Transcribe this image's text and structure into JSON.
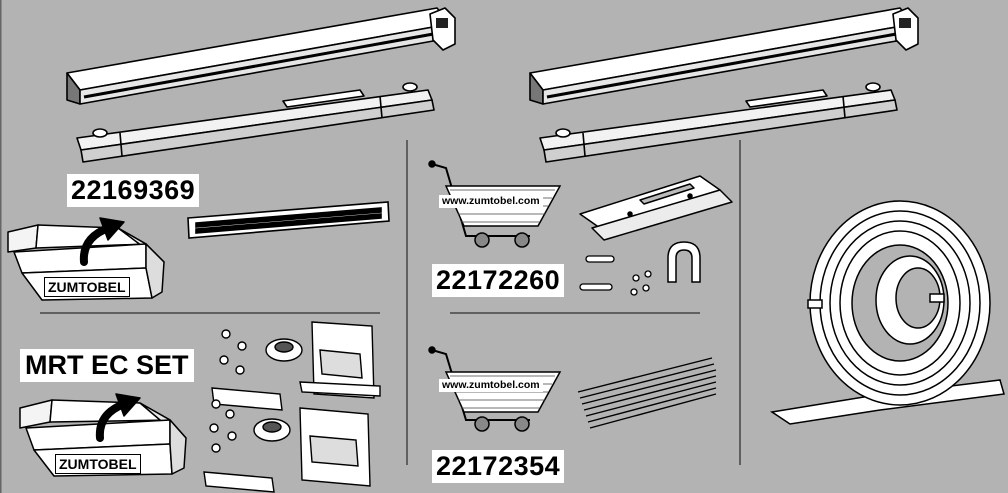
{
  "labels": {
    "article_1": "22169369",
    "article_2": "22172260",
    "article_3": "22172354",
    "set_name": "MRT EC SET",
    "brand_1": "ZUMTOBEL",
    "brand_2": "ZUMTOBEL",
    "website_1": "www.zumtobel.com",
    "website_2": "www.zumtobel.com"
  }
}
